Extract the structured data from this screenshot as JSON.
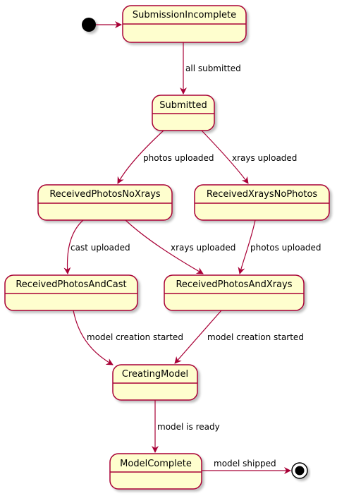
{
  "diagram": {
    "colors": {
      "state_fill": "#FEFECE",
      "state_border": "#A80036",
      "edge": "#A80036",
      "shadow": "#D0D0D0",
      "pseudostate": "#000000"
    },
    "states": {
      "submission_incomplete": "SubmissionIncomplete",
      "submitted": "Submitted",
      "received_photos_no_xrays": "ReceivedPhotosNoXrays",
      "received_xrays_no_photos": "ReceivedXraysNoPhotos",
      "received_photos_and_cast": "ReceivedPhotosAndCast",
      "received_photos_and_xrays": "ReceivedPhotosAndXrays",
      "creating_model": "CreatingModel",
      "model_complete": "ModelComplete"
    },
    "transitions": {
      "all_submitted": "all submitted",
      "photos_uploaded_1": "photos uploaded",
      "xrays_uploaded_1": "xrays uploaded",
      "cast_uploaded": "cast uploaded",
      "xrays_uploaded_2": "xrays uploaded",
      "photos_uploaded_2": "photos uploaded",
      "model_creation_started_1": "model creation started",
      "model_creation_started_2": "model creation started",
      "model_is_ready": "model is ready",
      "model_shipped": "model shipped"
    }
  }
}
